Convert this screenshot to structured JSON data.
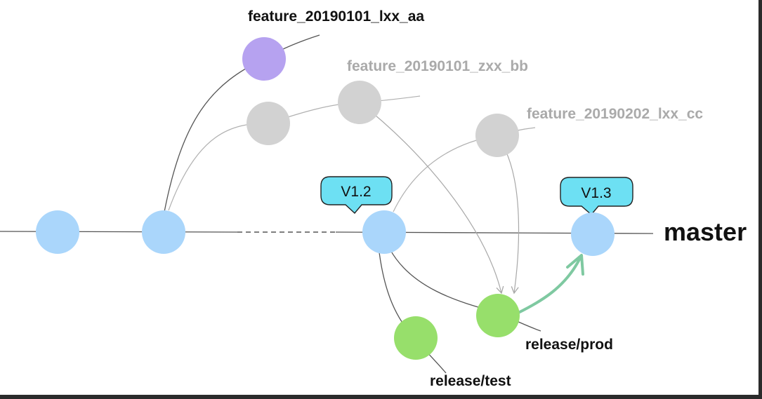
{
  "branches": {
    "master": "master",
    "feature_aa": "feature_20190101_lxx_aa",
    "feature_bb": "feature_20190101_zxx_bb",
    "feature_cc": "feature_20190202_lxx_cc",
    "release_prod": "release/prod",
    "release_test": "release/test"
  },
  "tags": {
    "v12": "V1.2",
    "v13": "V1.3"
  },
  "colors": {
    "master_commit": "#aad6fb",
    "feature_aa_commit": "#b6a2f0",
    "feature_commit": "#d2d2d2",
    "release_commit": "#97df6b",
    "tag_fill": "#6de0f3",
    "merge_arrow": "#7fc9a1",
    "line": "#555555",
    "faded_line": "#b0b0b0",
    "faded_text": "#aaaaaa"
  }
}
